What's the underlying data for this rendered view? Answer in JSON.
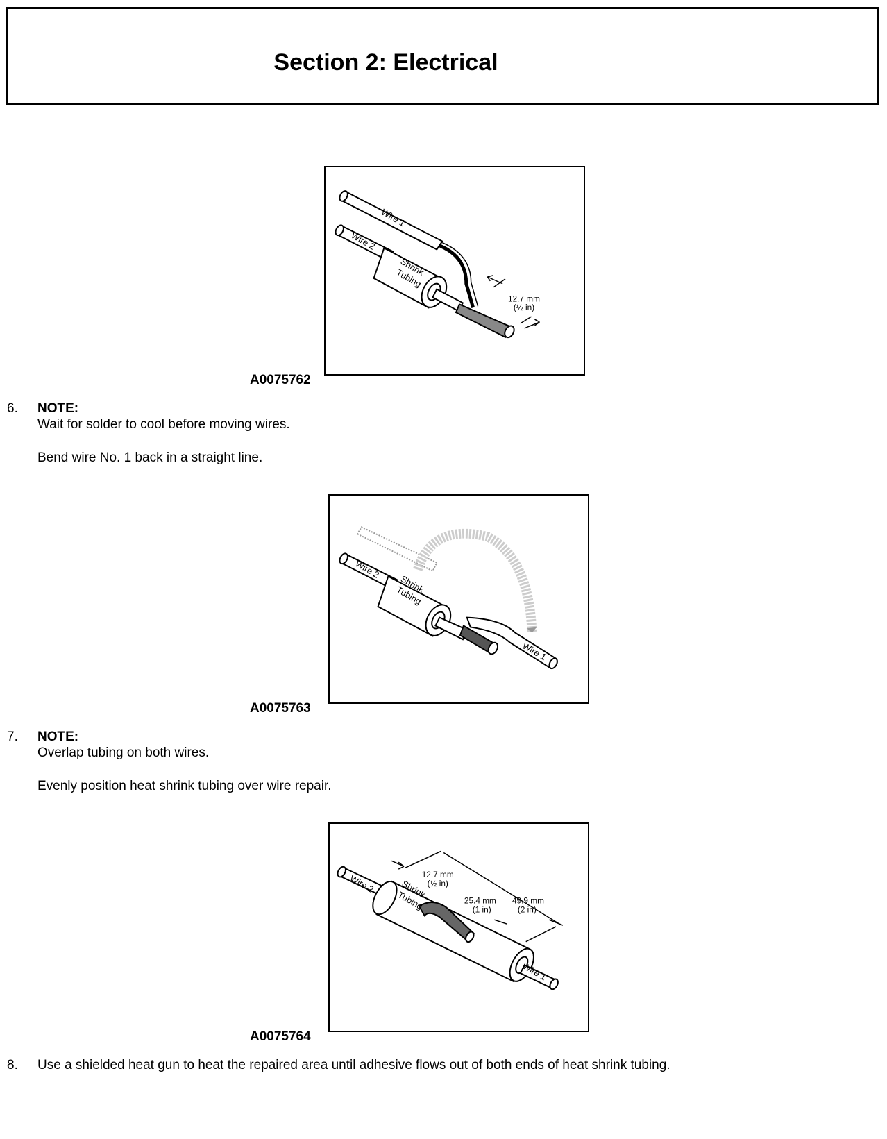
{
  "header": {
    "title": "Section 2: Electrical"
  },
  "figures": [
    {
      "caption": "A0075762",
      "labels": {
        "wire1": "Wire 1",
        "wire2": "Wire 2",
        "shrink": "Shrink",
        "tubing": "Tubing",
        "dim_mm": "12.7 mm",
        "dim_in": "(½ in)"
      }
    },
    {
      "caption": "A0075763",
      "labels": {
        "wire1": "Wire 1",
        "wire2": "Wire 2",
        "shrink": "Shrink",
        "tubing": "Tubing"
      }
    },
    {
      "caption": "A0075764",
      "labels": {
        "wire1": "Wire 1",
        "wire2": "Wire 2",
        "shrink": "Shrink",
        "tubing": "Tubing",
        "dim1_mm": "12.7 mm",
        "dim1_in": "(½ in)",
        "dim2_mm": "25.4 mm",
        "dim2_in": "(1 in)",
        "dim3_mm": "49.9 mm",
        "dim3_in": "(2 in)"
      }
    }
  ],
  "steps": [
    {
      "number": "6.",
      "note_label": "NOTE:",
      "note_text": "Wait for solder to cool before moving wires.",
      "instruction": "Bend wire No. 1 back in a straight line."
    },
    {
      "number": "7.",
      "note_label": "NOTE:",
      "note_text": "Overlap tubing on both wires.",
      "instruction": "Evenly position heat shrink tubing over wire repair."
    },
    {
      "number": "8.",
      "instruction": "Use a shielded heat gun to heat the repaired area until adhesive flows out of both ends of heat shrink tubing."
    }
  ]
}
